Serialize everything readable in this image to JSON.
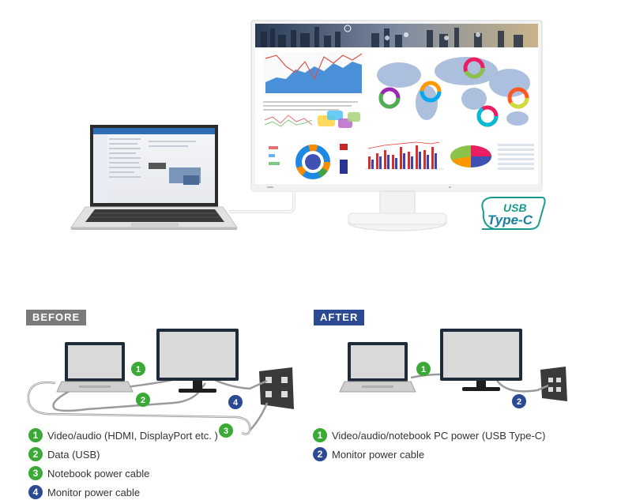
{
  "before": {
    "label": "BEFORE",
    "legend": [
      {
        "num": "1",
        "text": "Video/audio (HDMI, DisplayPort etc. )",
        "color": "#3aa935"
      },
      {
        "num": "2",
        "text": "Data (USB)",
        "color": "#3aa935"
      },
      {
        "num": "3",
        "text": "Notebook power cable",
        "color": "#3aa935"
      },
      {
        "num": "4",
        "text": "Monitor power cable",
        "color": "#2c4a94"
      }
    ]
  },
  "after": {
    "label": "AFTER",
    "legend": [
      {
        "num": "1",
        "text": "Video/audio/notebook PC power (USB Type-C)",
        "color": "#3aa935"
      },
      {
        "num": "2",
        "text": "Monitor power cable",
        "color": "#2c4a94"
      }
    ]
  },
  "logo": {
    "line1": "USB",
    "line2": "Type-C"
  },
  "colors": {
    "green": "#3aa935",
    "blue": "#2c4a94",
    "tag_gray": "#7a7a7a",
    "tag_blue": "#2c4a94",
    "teal": "#1a9a8e"
  }
}
